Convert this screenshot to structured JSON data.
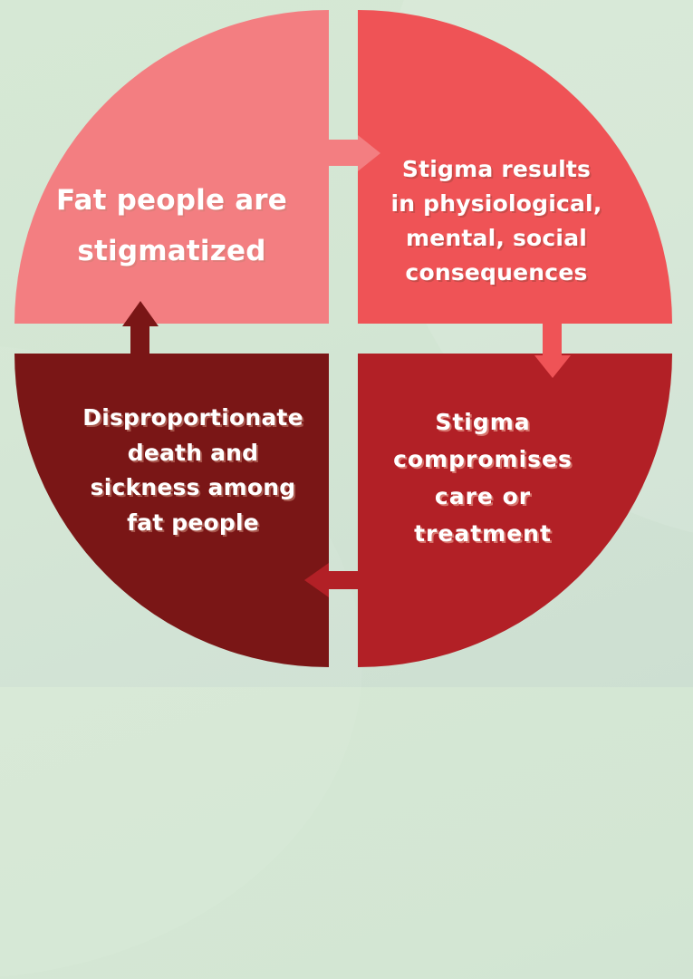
{
  "diagram": {
    "type": "cycle",
    "colors": {
      "background": "#d4e7d4",
      "q1": "#f37e81",
      "q2": "#ef5356",
      "q3": "#b22026",
      "q4": "#7a1616"
    },
    "steps": [
      {
        "id": "q1",
        "position": "top-left",
        "lines": [
          "Fat people are",
          "stigmatized"
        ]
      },
      {
        "id": "q2",
        "position": "top-right",
        "lines": [
          "Stigma results",
          "in physiological,",
          "mental, social",
          "consequences"
        ]
      },
      {
        "id": "q3",
        "position": "bottom-right",
        "lines": [
          "Stigma",
          "compromises",
          "care or",
          "treatment"
        ]
      },
      {
        "id": "q4",
        "position": "bottom-left",
        "lines": [
          "Disproportionate",
          "death and",
          "sickness among",
          "fat people"
        ]
      }
    ],
    "arrows": [
      {
        "from": "q1",
        "to": "q2",
        "direction": "right"
      },
      {
        "from": "q2",
        "to": "q3",
        "direction": "down"
      },
      {
        "from": "q3",
        "to": "q4",
        "direction": "left"
      },
      {
        "from": "q4",
        "to": "q1",
        "direction": "up"
      }
    ]
  }
}
